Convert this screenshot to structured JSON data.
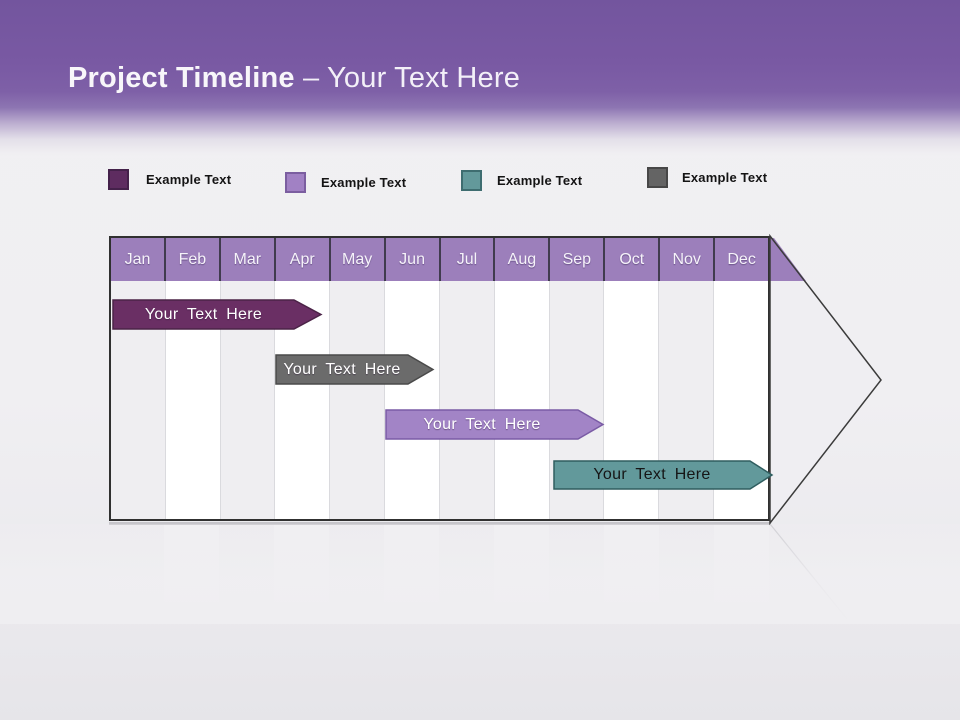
{
  "slide": {
    "title_bold": "Project Timeline",
    "title_rest": "– Your Text Here",
    "banner_color_top": "#73559E",
    "background_color": "#F1F0F3"
  },
  "legend": {
    "items": [
      {
        "label": "Example Text",
        "color": "#5E2C60",
        "border": "#44214A"
      },
      {
        "label": "Example Text",
        "color": "#A181C4",
        "border": "#7B5EA0"
      },
      {
        "label": "Example Text",
        "color": "#63999B",
        "border": "#3E6D70"
      },
      {
        "label": "Example Text",
        "color": "#646464",
        "border": "#474747"
      }
    ]
  },
  "timeline": {
    "months": [
      "Jan",
      "Feb",
      "Mar",
      "Apr",
      "May",
      "Jun",
      "Jul",
      "Aug",
      "Sep",
      "Oct",
      "Nov",
      "Dec"
    ],
    "header_color": "#9C7FBB",
    "row_alt_colors": [
      "#EFEEF1",
      "#FFFFFF"
    ],
    "bars": [
      {
        "label": "Your Text Here",
        "start": "Jan",
        "end": "Mar",
        "color": "#6A2F64",
        "border": "#4B2347",
        "text_color": "#FFFFFF"
      },
      {
        "label": "Your Text Here",
        "start": "Apr",
        "end": "Jun",
        "color": "#6B6B6B",
        "border": "#4A4A4A",
        "text_color": "#FFFFFF"
      },
      {
        "label": "Your Text Here",
        "start": "Jun",
        "end": "Sep",
        "color": "#A284C6",
        "border": "#7A5BA5",
        "text_color": "#FFFFFF"
      },
      {
        "label": "Your Text Here",
        "start": "Sep",
        "end": "Dec",
        "color": "#62999B",
        "border": "#2F5D5F",
        "text_color": "#161616"
      }
    ]
  }
}
